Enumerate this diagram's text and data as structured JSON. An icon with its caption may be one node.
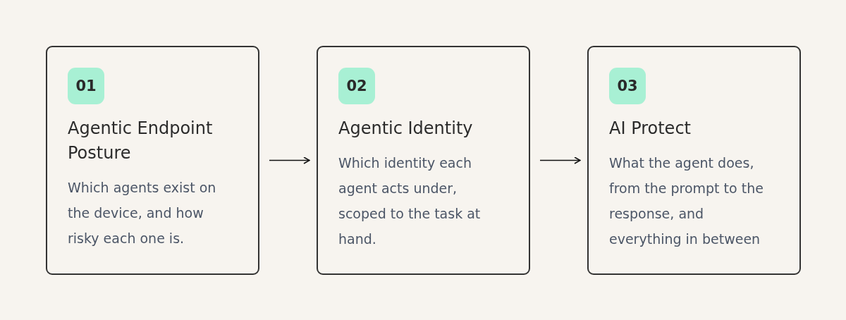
{
  "diagram": {
    "nodes": [
      {
        "text": [
          "Agentic Endpoint Posture",
          "Which agents exist on the device, and how risky each one is."
        ]
      },
      {
        "text": [
          "01"
        ],
        "in": 0
      },
      {
        "text": [
          "Agentic Identity",
          "Which identity each agent acts under, scoped to the task at hand."
        ]
      },
      {
        "text": [
          "02"
        ],
        "in": 2
      },
      {
        "text": [
          "AI Protect",
          "What the agent does, from the prompt to the response, and everything in between"
        ]
      },
      {
        "text": [
          "03"
        ],
        "in": 4
      }
    ],
    "edges": [
      {
        "from": 0,
        "to": 2,
        "arrow": "to"
      },
      {
        "from": 2,
        "to": 4,
        "arrow": "to"
      }
    ]
  }
}
